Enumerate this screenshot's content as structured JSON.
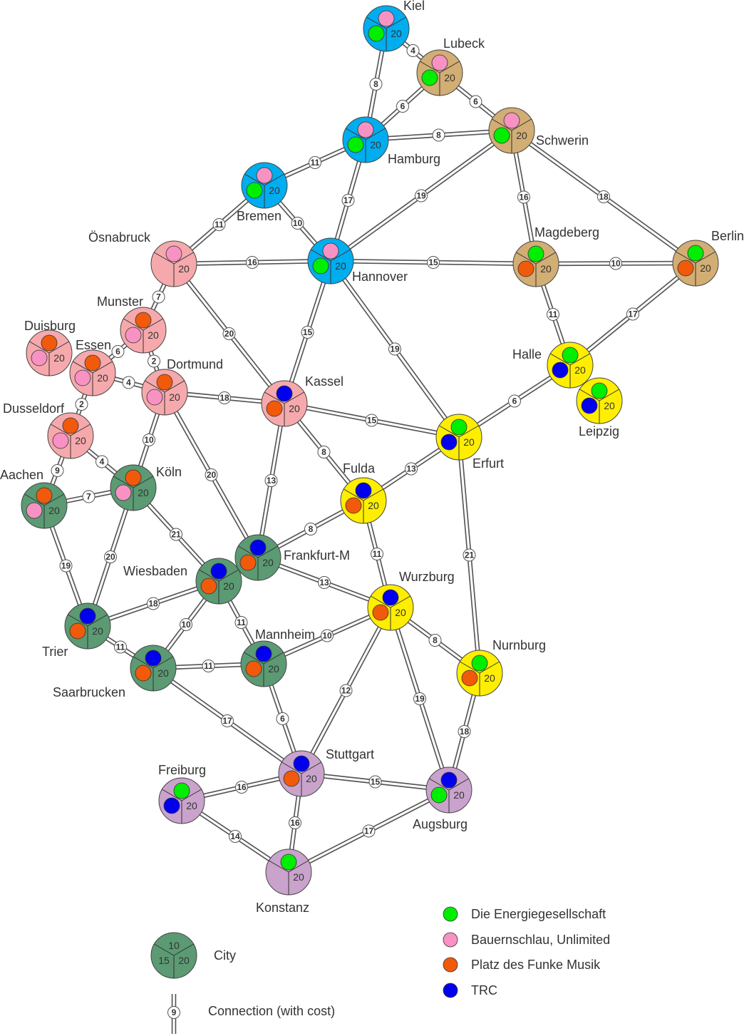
{
  "colors": {
    "blue_region": "#00adef",
    "tan_region": "#d2ad74",
    "pink_region": "#f6a9ac",
    "green_region": "#5b9a73",
    "yellow_region": "#ffee00",
    "purple_region": "#c9a3cc",
    "player_green": "#00ee00",
    "player_pink": "#f792c3",
    "player_orange": "#f15a0a",
    "player_blue": "#0000ee"
  },
  "cities": [
    {
      "name": "Kiel",
      "region": "blue",
      "slot_value": "20",
      "players": [
        "pink",
        "green"
      ]
    },
    {
      "name": "Lubeck",
      "region": "tan",
      "slot_value": "20",
      "players": [
        "pink",
        "green"
      ]
    },
    {
      "name": "Hamburg",
      "region": "blue",
      "slot_value": "20",
      "players": [
        "pink",
        "green"
      ]
    },
    {
      "name": "Schwerin",
      "region": "tan",
      "slot_value": "20",
      "players": [
        "pink",
        "green"
      ]
    },
    {
      "name": "Bremen",
      "region": "blue",
      "slot_value": "20",
      "players": [
        "pink",
        "green"
      ]
    },
    {
      "name": "Ösnabruck",
      "region": "pink",
      "slot_value": "20",
      "players": [
        "pink"
      ]
    },
    {
      "name": "Hannover",
      "region": "blue",
      "slot_value": "20",
      "players": [
        "pink",
        "green"
      ]
    },
    {
      "name": "Magdeberg",
      "region": "tan",
      "slot_value": "20",
      "players": [
        "green",
        "orange"
      ]
    },
    {
      "name": "Berlin",
      "region": "tan",
      "slot_value": "20",
      "players": [
        "green",
        "orange"
      ]
    },
    {
      "name": "Munster",
      "region": "pink",
      "slot_value": "20",
      "players": [
        "orange",
        "pink"
      ]
    },
    {
      "name": "Duisburg",
      "region": "pink",
      "slot_value": "20",
      "players": [
        "orange",
        "pink"
      ]
    },
    {
      "name": "Essen",
      "region": "pink",
      "slot_value": "20",
      "players": [
        "orange",
        "pink"
      ]
    },
    {
      "name": "Dortmund",
      "region": "pink",
      "slot_value": "20",
      "players": [
        "orange",
        "pink"
      ]
    },
    {
      "name": "Kassel",
      "region": "pink",
      "slot_value": "20",
      "players": [
        "blue",
        "orange"
      ]
    },
    {
      "name": "Halle",
      "region": "yellow",
      "slot_value": "20",
      "players": [
        "green",
        "blue"
      ]
    },
    {
      "name": "Leipzig",
      "region": "yellow",
      "slot_value": "20",
      "players": [
        "green",
        "blue"
      ]
    },
    {
      "name": "Dusseldorf",
      "region": "pink",
      "slot_value": "20",
      "players": [
        "orange",
        "pink"
      ]
    },
    {
      "name": "Erfurt",
      "region": "yellow",
      "slot_value": "20",
      "players": [
        "green",
        "blue"
      ]
    },
    {
      "name": "Fulda",
      "region": "yellow",
      "slot_value": "20",
      "players": [
        "blue",
        "orange"
      ]
    },
    {
      "name": "Aachen",
      "region": "green",
      "slot_value": "20",
      "players": [
        "orange",
        "pink"
      ]
    },
    {
      "name": "Köln",
      "region": "green",
      "slot_value": "20",
      "players": [
        "orange",
        "pink"
      ]
    },
    {
      "name": "Frankfurt-M",
      "region": "green",
      "slot_value": "20",
      "players": [
        "blue",
        "orange"
      ]
    },
    {
      "name": "Wiesbaden",
      "region": "green",
      "slot_value": "20",
      "players": [
        "blue",
        "orange"
      ]
    },
    {
      "name": "Wurzburg",
      "region": "yellow",
      "slot_value": "20",
      "players": [
        "blue",
        "orange"
      ]
    },
    {
      "name": "Trier",
      "region": "green",
      "slot_value": "20",
      "players": [
        "blue",
        "orange"
      ]
    },
    {
      "name": "Mannheim",
      "region": "green",
      "slot_value": "20",
      "players": [
        "blue",
        "orange"
      ]
    },
    {
      "name": "Nurnburg",
      "region": "yellow",
      "slot_value": "20",
      "players": [
        "green",
        "orange"
      ]
    },
    {
      "name": "Saarbrucken",
      "region": "green",
      "slot_value": "20",
      "players": [
        "blue",
        "orange"
      ]
    },
    {
      "name": "Stuttgart",
      "region": "purple",
      "slot_value": "20",
      "players": [
        "blue",
        "orange"
      ]
    },
    {
      "name": "Freiburg",
      "region": "purple",
      "slot_value": "20",
      "players": [
        "green",
        "blue"
      ]
    },
    {
      "name": "Augsburg",
      "region": "purple",
      "slot_value": "20",
      "players": [
        "blue",
        "green"
      ]
    },
    {
      "name": "Konstanz",
      "region": "purple",
      "slot_value": "20",
      "players": [
        "green"
      ]
    }
  ],
  "connections": [
    {
      "from": "Kiel",
      "to": "Lubeck",
      "cost": "4"
    },
    {
      "from": "Kiel",
      "to": "Hamburg",
      "cost": "8"
    },
    {
      "from": "Lubeck",
      "to": "Hamburg",
      "cost": "6"
    },
    {
      "from": "Lubeck",
      "to": "Schwerin",
      "cost": "6"
    },
    {
      "from": "Hamburg",
      "to": "Schwerin",
      "cost": "8"
    },
    {
      "from": "Hamburg",
      "to": "Bremen",
      "cost": "11"
    },
    {
      "from": "Hamburg",
      "to": "Hannover",
      "cost": "17"
    },
    {
      "from": "Schwerin",
      "to": "Hannover",
      "cost": "19"
    },
    {
      "from": "Schwerin",
      "to": "Magdeberg",
      "cost": "16"
    },
    {
      "from": "Schwerin",
      "to": "Berlin",
      "cost": "18"
    },
    {
      "from": "Bremen",
      "to": "Ösnabruck",
      "cost": "11"
    },
    {
      "from": "Bremen",
      "to": "Hannover",
      "cost": "10"
    },
    {
      "from": "Ösnabruck",
      "to": "Hannover",
      "cost": "16"
    },
    {
      "from": "Ösnabruck",
      "to": "Munster",
      "cost": "7"
    },
    {
      "from": "Ösnabruck",
      "to": "Kassel",
      "cost": "20"
    },
    {
      "from": "Hannover",
      "to": "Magdeberg",
      "cost": "15"
    },
    {
      "from": "Hannover",
      "to": "Kassel",
      "cost": "15"
    },
    {
      "from": "Hannover",
      "to": "Erfurt",
      "cost": "19"
    },
    {
      "from": "Magdeberg",
      "to": "Berlin",
      "cost": "10"
    },
    {
      "from": "Magdeberg",
      "to": "Halle",
      "cost": "11"
    },
    {
      "from": "Berlin",
      "to": "Halle",
      "cost": "17"
    },
    {
      "from": "Munster",
      "to": "Essen",
      "cost": "6"
    },
    {
      "from": "Munster",
      "to": "Dortmund",
      "cost": "2"
    },
    {
      "from": "Essen",
      "to": "Dortmund",
      "cost": "4"
    },
    {
      "from": "Essen",
      "to": "Dusseldorf",
      "cost": "2"
    },
    {
      "from": "Dortmund",
      "to": "Kassel",
      "cost": "18"
    },
    {
      "from": "Dortmund",
      "to": "Köln",
      "cost": "10"
    },
    {
      "from": "Dortmund",
      "to": "Frankfurt-M",
      "cost": "20"
    },
    {
      "from": "Kassel",
      "to": "Erfurt",
      "cost": "15"
    },
    {
      "from": "Kassel",
      "to": "Fulda",
      "cost": "8"
    },
    {
      "from": "Kassel",
      "to": "Frankfurt-M",
      "cost": "13"
    },
    {
      "from": "Halle",
      "to": "Erfurt",
      "cost": "6"
    },
    {
      "from": "Dusseldorf",
      "to": "Aachen",
      "cost": "9"
    },
    {
      "from": "Dusseldorf",
      "to": "Köln",
      "cost": "4"
    },
    {
      "from": "Erfurt",
      "to": "Fulda",
      "cost": "13"
    },
    {
      "from": "Erfurt",
      "to": "Nurnburg",
      "cost": "21"
    },
    {
      "from": "Fulda",
      "to": "Frankfurt-M",
      "cost": "8"
    },
    {
      "from": "Fulda",
      "to": "Wurzburg",
      "cost": "11"
    },
    {
      "from": "Aachen",
      "to": "Köln",
      "cost": "7"
    },
    {
      "from": "Aachen",
      "to": "Trier",
      "cost": "19"
    },
    {
      "from": "Köln",
      "to": "Trier",
      "cost": "20"
    },
    {
      "from": "Köln",
      "to": "Wiesbaden",
      "cost": "21"
    },
    {
      "from": "Frankfurt-M",
      "to": "Wurzburg",
      "cost": "13"
    },
    {
      "from": "Wiesbaden",
      "to": "Trier",
      "cost": "18"
    },
    {
      "from": "Wiesbaden",
      "to": "Saarbrucken",
      "cost": "10"
    },
    {
      "from": "Wiesbaden",
      "to": "Mannheim",
      "cost": "11"
    },
    {
      "from": "Trier",
      "to": "Saarbrucken",
      "cost": "11"
    },
    {
      "from": "Saarbrucken",
      "to": "Mannheim",
      "cost": "11"
    },
    {
      "from": "Saarbrucken",
      "to": "Stuttgart",
      "cost": "17"
    },
    {
      "from": "Mannheim",
      "to": "Wurzburg",
      "cost": "10"
    },
    {
      "from": "Mannheim",
      "to": "Stuttgart",
      "cost": "6"
    },
    {
      "from": "Wurzburg",
      "to": "Nurnburg",
      "cost": "8"
    },
    {
      "from": "Wurzburg",
      "to": "Stuttgart",
      "cost": "12"
    },
    {
      "from": "Wurzburg",
      "to": "Augsburg",
      "cost": "19"
    },
    {
      "from": "Nurnburg",
      "to": "Augsburg",
      "cost": "18"
    },
    {
      "from": "Stuttgart",
      "to": "Freiburg",
      "cost": "16"
    },
    {
      "from": "Stuttgart",
      "to": "Augsburg",
      "cost": "15"
    },
    {
      "from": "Stuttgart",
      "to": "Konstanz",
      "cost": "16"
    },
    {
      "from": "Freiburg",
      "to": "Konstanz",
      "cost": "14"
    },
    {
      "from": "Konstanz",
      "to": "Augsburg",
      "cost": "17"
    }
  ],
  "legend": {
    "players": [
      {
        "color": "green",
        "label": "Die Energiegesellschaft"
      },
      {
        "color": "pink",
        "label": "Bauernschlau, Unlimited"
      },
      {
        "color": "orange",
        "label": "Platz des Funke Musik"
      },
      {
        "color": "blue",
        "label": "TRC"
      }
    ],
    "city_sample": {
      "top": "10",
      "left": "15",
      "right": "20",
      "label": "City"
    },
    "connection_sample": {
      "cost": "9",
      "label": "Connection (with cost)"
    }
  }
}
